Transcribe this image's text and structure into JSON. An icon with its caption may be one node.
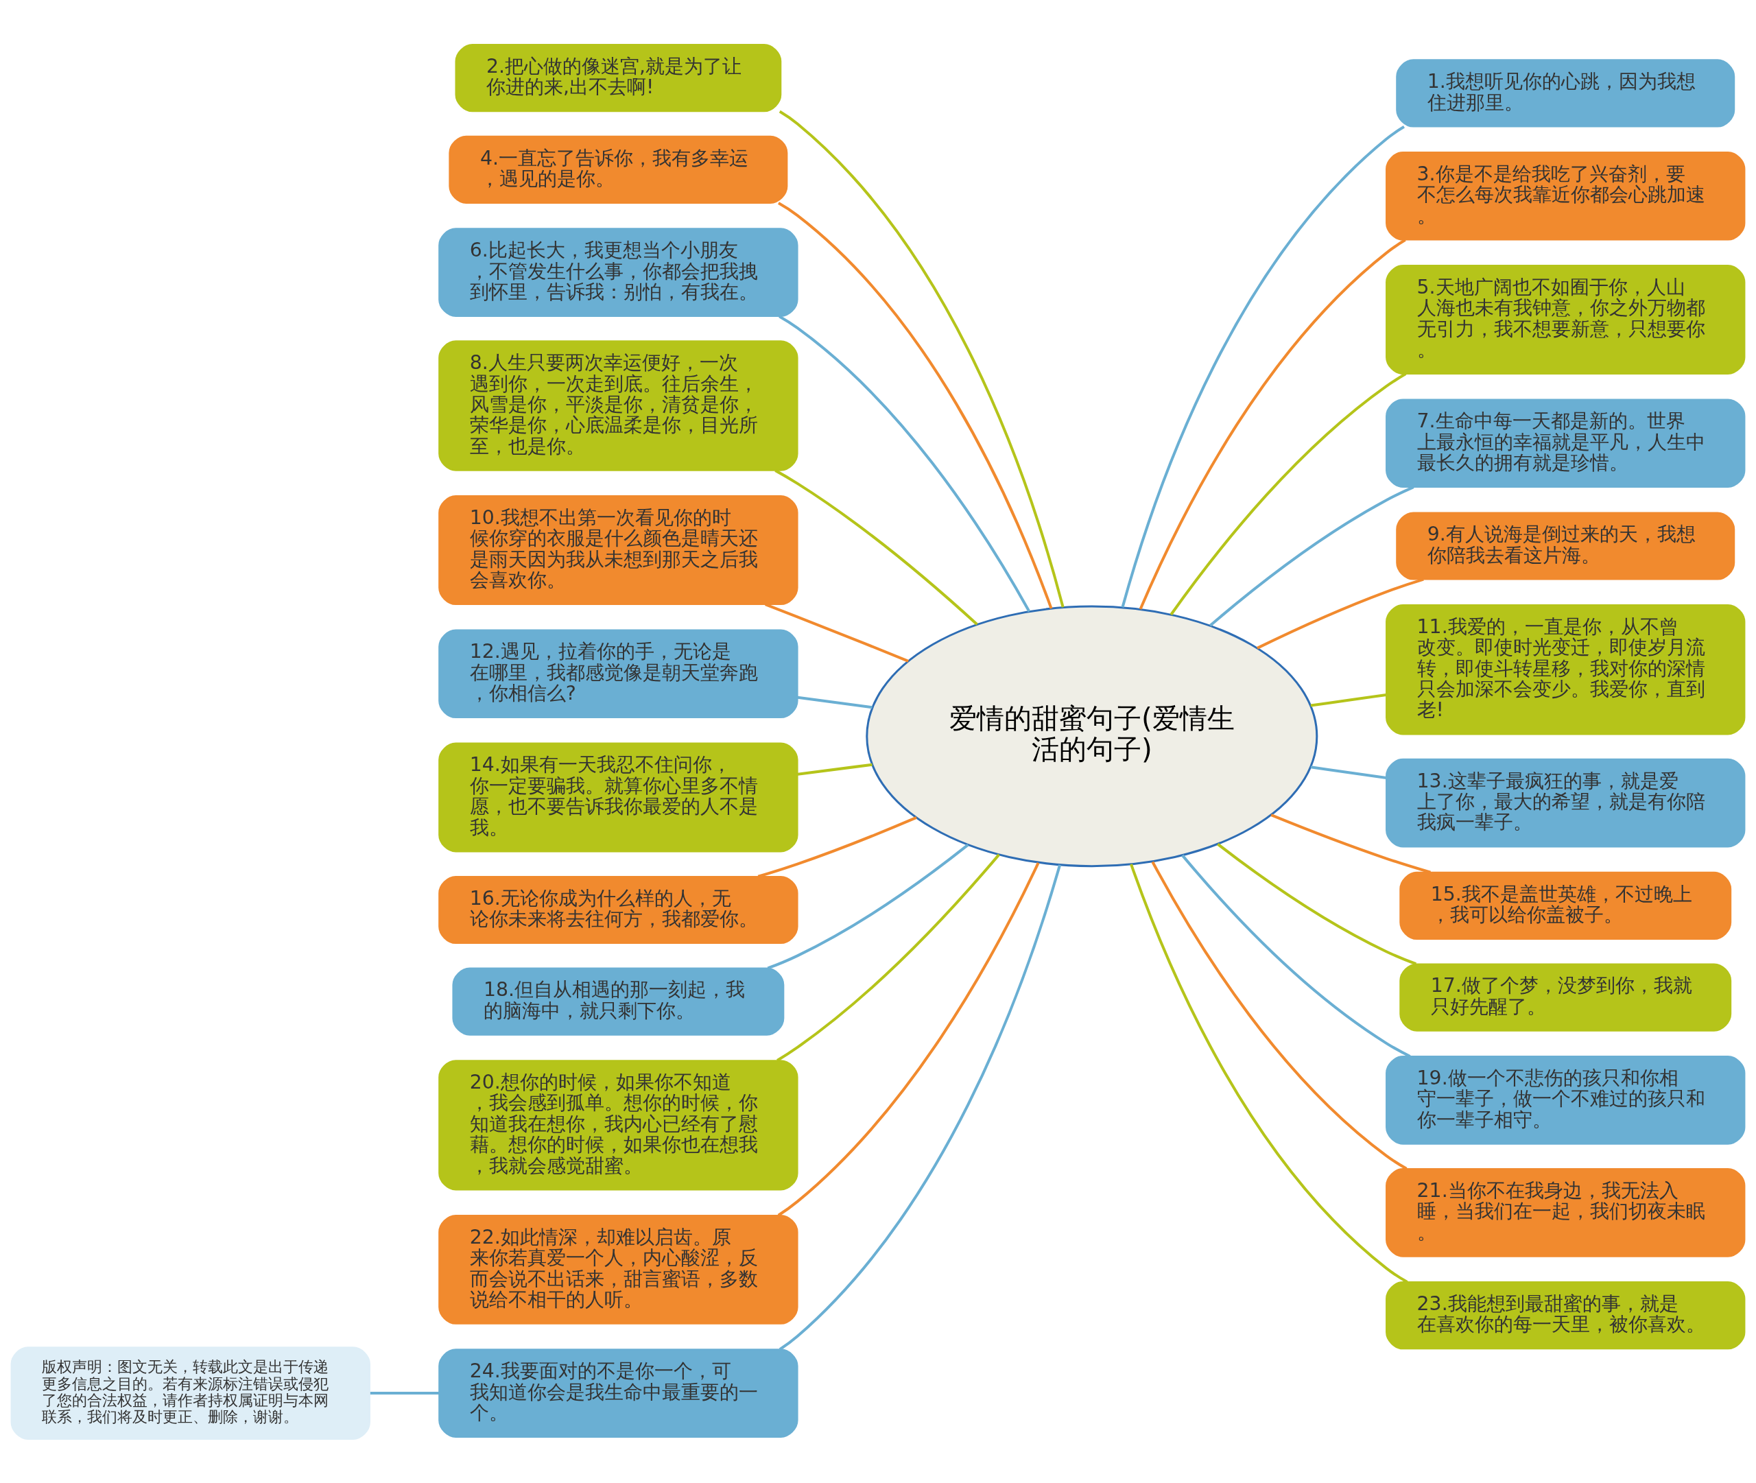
{
  "diagram": {
    "nodes": [
      {
        "text": [
          "爱情的甜蜜句子(爱情生活的句子)"
        ]
      },
      {
        "text": [
          "2.把心做的像迷宫,就是为了让你进的来,出不去啊!"
        ]
      },
      {
        "text": [
          "4.一直忘了告诉你，我有多幸运，遇见的是你。"
        ]
      },
      {
        "text": [
          "6.比起长大，我更想当个小朋友，不管发生什么事，你都会把我拽到怀里，告诉我：别怕，有我在。"
        ]
      },
      {
        "text": [
          "8.人生只要两次幸运便好，一次遇到你，一次走到底。往后余生，风雪是你，平淡是你，清贫是你，荣华是你，心底温柔是你，目光所至，也是你。"
        ]
      },
      {
        "text": [
          "10.我想不出第一次看见你的时候你穿的衣服是什么颜色是晴天还是雨天因为我从未想到那天之后我会喜欢你。"
        ]
      },
      {
        "text": [
          "12.遇见，拉着你的手，无论是在哪里，我都感觉像是朝天堂奔跑，你相信么?"
        ]
      },
      {
        "text": [
          "14.如果有一天我忍不住问你，你一定要骗我。就算你心里多不情愿，也不要告诉我你最爱的人不是我。"
        ]
      },
      {
        "text": [
          "16.无论你成为什么样的人，无论你未来将去往何方，我都爱你。"
        ]
      },
      {
        "text": [
          "18.但自从相遇的那一刻起，我的脑海中，就只剩下你。"
        ]
      },
      {
        "text": [
          "20.想你的时候，如果你不知道，我会感到孤单。想你的时候，你知道我在想你，我内心已经有了慰藉。想你的时候，如果你也在想我，我就会感觉甜蜜。"
        ]
      },
      {
        "text": [
          "22.如此情深，却难以启齿。原来你若真爱一个人，内心酸涩，反而会说不出话来，甜言蜜语，多数说给不相干的人听。"
        ]
      },
      {
        "text": [
          "24.我要面对的不是你一个，可我知道你会是我生命中最重要的一个。"
        ]
      },
      {
        "text": [
          "版权声明：图文无关，转载此文是出于传递更多信息之目的。若有来源标注错误或侵犯了您的合法权益，请作者持权属证明与本网联系，我们将及时更正、删除，谢谢。"
        ]
      },
      {
        "text": [
          "1.我想听见你的心跳，因为我想住进那里。"
        ]
      },
      {
        "text": [
          "3.你是不是给我吃了兴奋剂，要不怎么每次我靠近你都会心跳加速。"
        ]
      },
      {
        "text": [
          "5.天地广阔也不如囿于你，人山人海也未有我钟意，你之外万物都无引力，我不想要新意，只想要你。"
        ]
      },
      {
        "text": [
          "7.生命中每一天都是新的。世界上最永恒的幸福就是平凡，人生中最长久的拥有就是珍惜。"
        ]
      },
      {
        "text": [
          "9.有人说海是倒过来的天，我想你陪我去看这片海。"
        ]
      },
      {
        "text": [
          "11.我爱的，一直是你，从不曾改变。即使时光变迁，即使岁月流转，即使斗转星移，我对你的深情只会加深不会变少。我爱你，直到老!"
        ]
      },
      {
        "text": [
          "13.这辈子最疯狂的事，就是爱上了你，最大的希望，就是有你陪我疯一辈子。"
        ]
      },
      {
        "text": [
          "15.我不是盖世英雄，不过晚上，我可以给你盖被子。"
        ]
      },
      {
        "text": [
          "17.做了个梦，没梦到你，我就只好先醒了。"
        ]
      },
      {
        "text": [
          "19.做一个不悲伤的孩只和你相守一辈子，做一个不难过的孩只和你一辈子相守。"
        ]
      },
      {
        "text": [
          "21.当你不在我身边，我无法入睡，当我们在一起，我们切夜未眠。"
        ]
      },
      {
        "text": [
          "23.我能想到最甜蜜的事，就是在喜欢你的每一天里，被你喜欢。"
        ]
      }
    ],
    "edges": [
      {
        "from": 0,
        "to": 1,
        "arrow": "none",
        "color": "#b5c41a"
      },
      {
        "from": 0,
        "to": 2,
        "arrow": "none",
        "color": "#f18a2e"
      },
      {
        "from": 0,
        "to": 3,
        "arrow": "none",
        "color": "#6aafd3"
      },
      {
        "from": 0,
        "to": 4,
        "arrow": "none",
        "color": "#b5c41a"
      },
      {
        "from": 0,
        "to": 5,
        "arrow": "none",
        "color": "#f18a2e"
      },
      {
        "from": 0,
        "to": 6,
        "arrow": "none",
        "color": "#6aafd3"
      },
      {
        "from": 0,
        "to": 7,
        "arrow": "none",
        "color": "#b5c41a"
      },
      {
        "from": 0,
        "to": 8,
        "arrow": "none",
        "color": "#f18a2e"
      },
      {
        "from": 0,
        "to": 9,
        "arrow": "none",
        "color": "#6aafd3"
      },
      {
        "from": 0,
        "to": 10,
        "arrow": "none",
        "color": "#b5c41a"
      },
      {
        "from": 0,
        "to": 11,
        "arrow": "none",
        "color": "#f18a2e"
      },
      {
        "from": 0,
        "to": 12,
        "arrow": "none",
        "color": "#6aafd3"
      },
      {
        "from": 12,
        "to": 13,
        "arrow": "none",
        "color": "#6aafd3"
      },
      {
        "from": 0,
        "to": 14,
        "arrow": "none",
        "color": "#6aafd3"
      },
      {
        "from": 0,
        "to": 15,
        "arrow": "none",
        "color": "#f18a2e"
      },
      {
        "from": 0,
        "to": 16,
        "arrow": "none",
        "color": "#b5c41a"
      },
      {
        "from": 0,
        "to": 17,
        "arrow": "none",
        "color": "#6aafd3"
      },
      {
        "from": 0,
        "to": 18,
        "arrow": "none",
        "color": "#f18a2e"
      },
      {
        "from": 0,
        "to": 19,
        "arrow": "none",
        "color": "#b5c41a"
      },
      {
        "from": 0,
        "to": 20,
        "arrow": "none",
        "color": "#6aafd3"
      },
      {
        "from": 0,
        "to": 21,
        "arrow": "none",
        "color": "#f18a2e"
      },
      {
        "from": 0,
        "to": 22,
        "arrow": "none",
        "color": "#b5c41a"
      },
      {
        "from": 0,
        "to": 23,
        "arrow": "none",
        "color": "#6aafd3"
      },
      {
        "from": 0,
        "to": 24,
        "arrow": "none",
        "color": "#f18a2e"
      },
      {
        "from": 0,
        "to": 25,
        "arrow": "none",
        "color": "#b5c41a"
      }
    ]
  }
}
